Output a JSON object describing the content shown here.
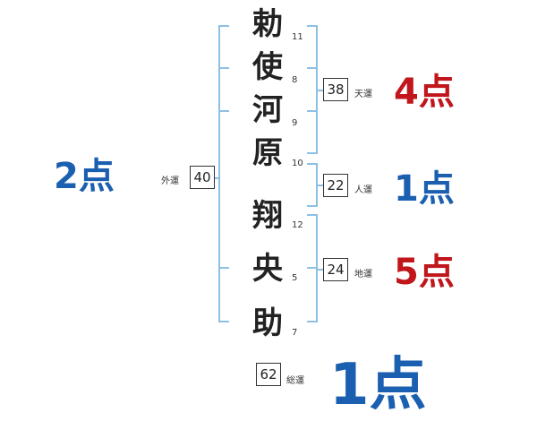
{
  "name_chars": [
    {
      "char": "勅",
      "strokes": "11"
    },
    {
      "char": "使",
      "strokes": "8"
    },
    {
      "char": "河",
      "strokes": "9"
    },
    {
      "char": "原",
      "strokes": "10"
    },
    {
      "char": "翔",
      "strokes": "12"
    },
    {
      "char": "央",
      "strokes": "5"
    },
    {
      "char": "助",
      "strokes": "7"
    }
  ],
  "fortunes": {
    "tenun": {
      "label": "天運",
      "value": "38",
      "score": "4点",
      "color": "#c0161c"
    },
    "jinun": {
      "label": "人運",
      "value": "22",
      "score": "1点",
      "color": "#1a5fb0"
    },
    "chiun": {
      "label": "地運",
      "value": "24",
      "score": "5点",
      "color": "#c0161c"
    },
    "gaiun": {
      "label": "外運",
      "value": "40",
      "score": "2点",
      "color": "#1a5fb0"
    },
    "soun": {
      "label": "総運",
      "value": "62",
      "score": "1点",
      "color": "#1a5fb0"
    }
  },
  "colors": {
    "bracket": "#8ec0e4"
  }
}
